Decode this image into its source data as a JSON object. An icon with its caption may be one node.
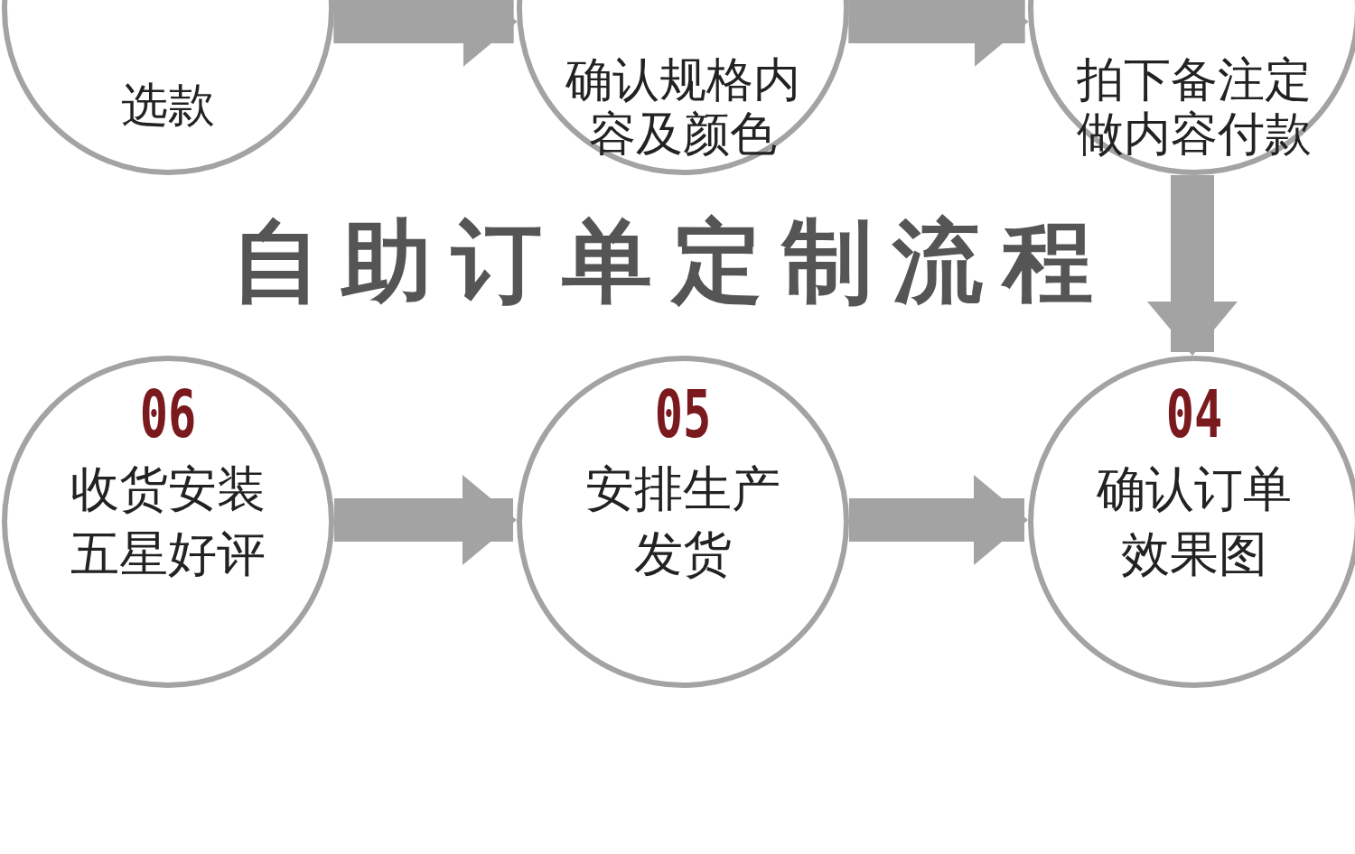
{
  "diagram": {
    "title": "自助订单定制流程",
    "nodes": [
      {
        "text": [
          "选款"
        ]
      },
      {
        "text": [
          "确认规格内容及颜色"
        ]
      },
      {
        "text": [
          "拍下备注定做内容付款"
        ]
      },
      {
        "text": [
          "04",
          "确认订单效果图"
        ]
      },
      {
        "text": [
          "05",
          "安排生产发货"
        ]
      },
      {
        "text": [
          "06",
          "收货安装五星好评"
        ]
      }
    ],
    "edges": [
      {
        "from": 0,
        "to": 1,
        "arrow": "to"
      },
      {
        "from": 1,
        "to": 2,
        "arrow": "to"
      },
      {
        "from": 2,
        "to": 3,
        "arrow": "to"
      },
      {
        "from": 5,
        "to": 4,
        "arrow": "to"
      },
      {
        "from": 4,
        "to": 3,
        "arrow": "to"
      }
    ]
  }
}
